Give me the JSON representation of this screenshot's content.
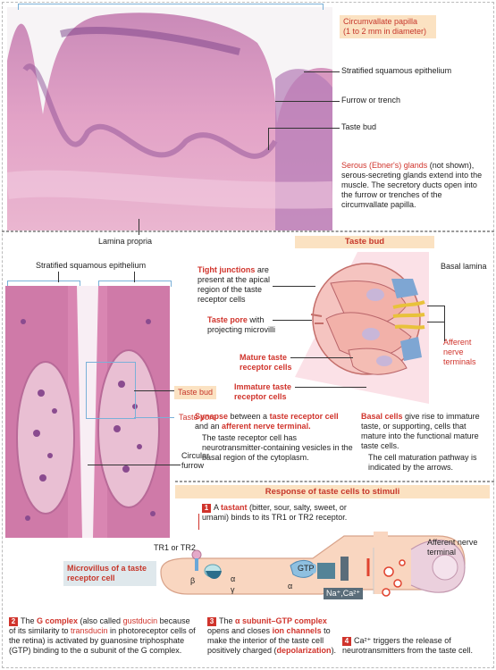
{
  "top": {
    "circumvallate_title": "Circumvallate papilla",
    "circumvallate_sub": "(1 to 2 mm in diameter)",
    "strat_epith": "Stratified squamous epithelium",
    "furrow": "Furrow or trench",
    "taste_bud": "Taste bud",
    "serous_red": "Serous (Ebner's) glands",
    "serous_rest": " (not shown), serous-secreting glands extend into the muscle. The secretory ducts open into the furrow or trenches of the circumvallate papilla.",
    "lamina": "Lamina propria"
  },
  "left": {
    "strat_epith": "Stratified squamous epithelium",
    "taste_bud": "Taste bud",
    "taste_pore": "Taste pore",
    "circular_furrow_1": "Circular",
    "circular_furrow_2": "furrow"
  },
  "tastebud": {
    "header": "Taste bud",
    "basal_lamina": "Basal lamina",
    "tight_red": "Tight junctions",
    "tight_rest": " are present at the apical region of the taste receptor cells",
    "pore_red": "Taste pore",
    "pore_rest": " with projecting microvilli",
    "mature": "Mature taste receptor cells",
    "immature": "Immature taste receptor cells",
    "afferent": "Afferent nerve terminals",
    "synapse_red1": "Synapse",
    "synapse_t1": " between a ",
    "synapse_red2": "taste receptor cell",
    "synapse_t2": " and an ",
    "synapse_red3": "afferent nerve terminal.",
    "synapse_p2": "The taste receptor cell has neurotransmitter-containing vesicles in the basal region of the cytoplasm.",
    "basal_red": "Basal cells",
    "basal_rest": " give rise to immature taste, or supporting, cells that mature into the functional mature taste cells.",
    "basal_p2": "The cell maturation pathway is indicated by the arrows."
  },
  "response": {
    "header": "Response of taste cells to stimuli",
    "step1_num": "1",
    "step1_a": "A ",
    "step1_red": "tastant",
    "step1_b": " (bitter, sour, salty, sweet, or umami) binds to its TR1 or TR2 receptor.",
    "tr": "TR1 or TR2",
    "microvillus": "Microvillus of a taste receptor cell",
    "beta": "β",
    "alpha": "α",
    "gamma": "γ",
    "gtp": "GTP",
    "alpha2": "α",
    "ions": "Na⁺,Ca²⁺",
    "afferent": "Afferent nerve terminal",
    "step2_num": "2",
    "step2_a": "The ",
    "step2_red1": "G complex",
    "step2_b": " (also called ",
    "step2_red2": "gustducin",
    "step2_c": " because of its similarity to ",
    "step2_red3": "transducin",
    "step2_d": " in photoreceptor cells of the retina) is activated by guanosine triphosphate (GTP) binding to the α subunit of the G complex.",
    "step3_num": "3",
    "step3_a": "The ",
    "step3_red1": "α subunit–GTP complex",
    "step3_b": " opens and closes ",
    "step3_red2": "ion channels",
    "step3_c": " to make the interior of the taste cell positively charged (",
    "step3_red3": "depolarization",
    "step3_d": ").",
    "step4_num": "4",
    "step4_a": "Ca²⁺ triggers the release of neurotransmitters from the taste cell."
  },
  "colors": {
    "accent_red": "#d0342c",
    "header_bg": "#fbe2c2",
    "tissue_pink": "#e8a6c8",
    "tissue_purple": "#9a62a8"
  }
}
